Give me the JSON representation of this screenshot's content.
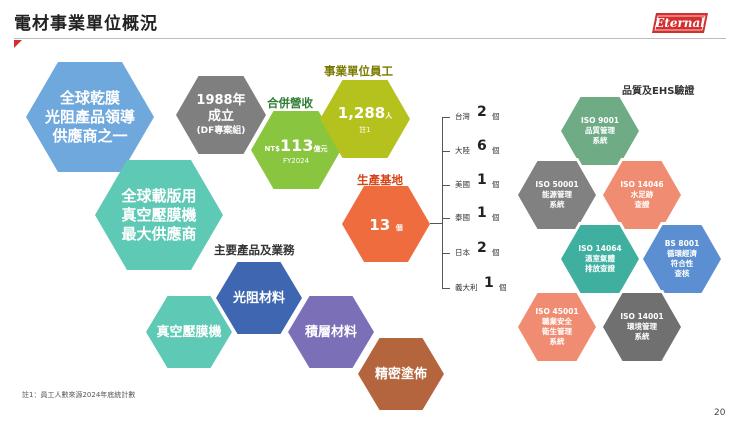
{
  "title": "電材事業單位概況",
  "logo": {
    "text": "Eternal",
    "color": "#d32f2f"
  },
  "colors": {
    "blue": "#6fa8dc",
    "teal": "#5ec9b5",
    "gray": "#7f7f7f",
    "green": "#8ac53f",
    "yellowgreen": "#b5c21d",
    "orange": "#ef6c3f",
    "indigo": "#3f66b0",
    "purple": "#7b6fb8",
    "brown": "#b5653d",
    "q_green": "#6fac86",
    "q_gray": "#818181",
    "q_salmon": "#f08c72",
    "q_teal": "#3fb0a0",
    "q_blue": "#5b8fd1",
    "q_peach": "#f08c72",
    "q_dark": "#707070"
  },
  "supplier": {
    "line1": "全球乾膜",
    "line2": "光阻產品領導",
    "line3": "供應商之一"
  },
  "vacuum": {
    "line1": "全球載版用",
    "line2": "真空壓膜機",
    "line3": "最大供應商"
  },
  "founded": {
    "line1": "1988年",
    "line2": "成立",
    "line3": "(DF專案組)"
  },
  "revenue": {
    "label": "合併營收",
    "prefix": "NT$",
    "amount": "113",
    "unit": "億元",
    "note": "FY2024"
  },
  "employees": {
    "label": "事業單位員工",
    "value": "1,288",
    "unit": "人",
    "note": "註1"
  },
  "production": {
    "label": "生產基地",
    "value": "13",
    "unit": "個"
  },
  "bases": [
    {
      "name": "台灣",
      "count": "2",
      "unit": "個"
    },
    {
      "name": "大陸",
      "count": "6",
      "unit": "個"
    },
    {
      "name": "美國",
      "count": "1",
      "unit": "個"
    },
    {
      "name": "泰國",
      "count": "1",
      "unit": "個"
    },
    {
      "name": "日本",
      "count": "2",
      "unit": "個"
    },
    {
      "name": "義大利",
      "count": "1",
      "unit": "個"
    }
  ],
  "products": {
    "label": "主要產品及業務",
    "items": [
      "光阻材料",
      "真空壓膜機",
      "積層材料",
      "精密塗佈"
    ]
  },
  "quality": {
    "label": "品質及EHS驗證",
    "items": [
      {
        "code": "ISO 9001",
        "line1": "品質管理",
        "line2": "系統"
      },
      {
        "code": "ISO 50001",
        "line1": "能源管理",
        "line2": "系統"
      },
      {
        "code": "ISO 14046",
        "line1": "水足跡",
        "line2": "查證"
      },
      {
        "code": "ISO 14064",
        "line1": "溫室氣體",
        "line2": "排放查證"
      },
      {
        "code": "BS 8001",
        "line1": "循環經濟",
        "line2": "符合性",
        "line3": "查核"
      },
      {
        "code": "ISO 45001",
        "line1": "職業安全",
        "line2": "衛生管理",
        "line3": "系統"
      },
      {
        "code": "ISO 14001",
        "line1": "環境管理",
        "line2": "系統"
      }
    ]
  },
  "footnote": "註1：員工人數來源2024年底統計數",
  "page_number": "20"
}
